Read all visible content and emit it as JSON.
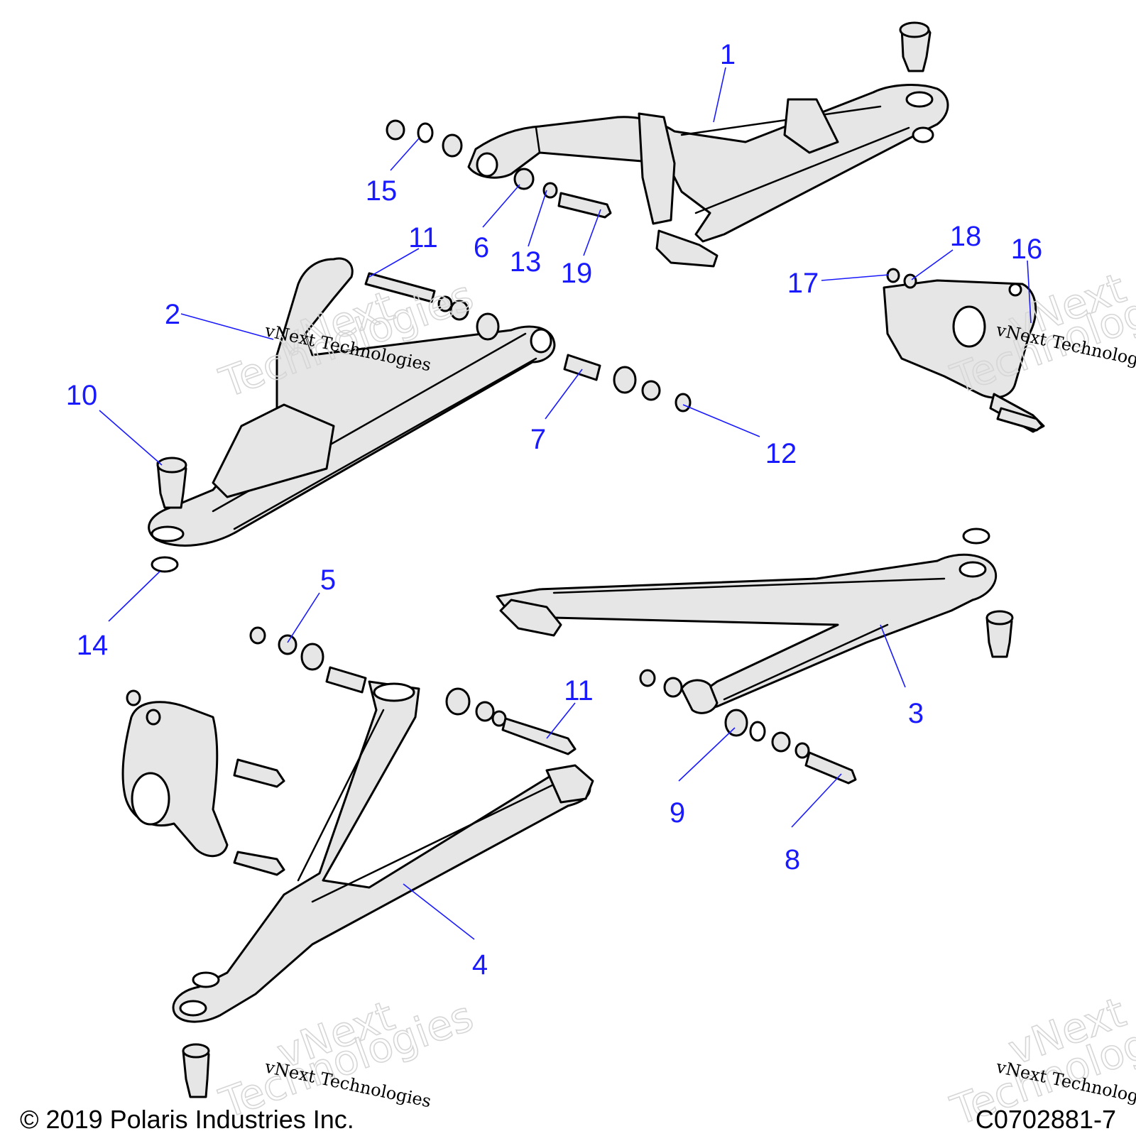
{
  "callouts": [
    "1",
    "2",
    "3",
    "4",
    "5",
    "6",
    "7",
    "8",
    "9",
    "10",
    "11",
    "11",
    "12",
    "13",
    "14",
    "15",
    "16",
    "17",
    "18",
    "19"
  ],
  "watermark": {
    "small": "vNext Technologies",
    "big_line1": "vNext",
    "big_line2": "Technologies"
  },
  "footer": {
    "copyright": "© 2019 Polaris Industries Inc.",
    "drawing_number": "C0702881-7"
  },
  "colors": {
    "callout": "#1a1aff",
    "part_fill": "#e6e6e6",
    "outline": "#000000"
  }
}
